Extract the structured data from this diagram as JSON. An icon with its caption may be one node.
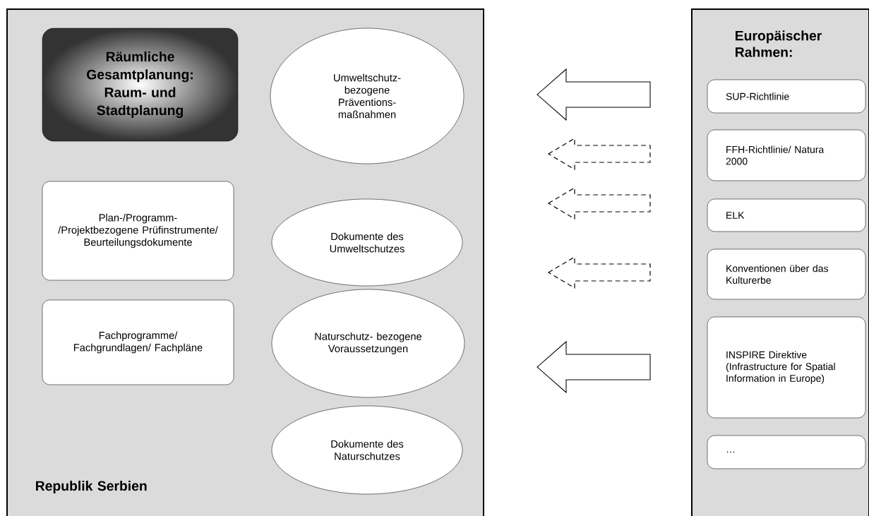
{
  "diagram": {
    "nodes": [
      {
        "text": [
          "Republik Serbien"
        ]
      },
      {
        "text": [
          "Räumliche Gesamtplanung: Raum- und Stadtplanung"
        ],
        "in": 0
      },
      {
        "text": [
          "Umweltschutz- bezogene Präventions- maßnahmen"
        ],
        "in": 0
      },
      {
        "text": [
          "Plan-/Programm- /Projektbezogene Prüfinstrumente/ Beurteilungsdokumente"
        ],
        "in": 0
      },
      {
        "text": [
          "Dokumente des Umweltschutzes"
        ],
        "in": 0
      },
      {
        "text": [
          "Fachprogramme/ Fachgrundlagen/ Fachpläne"
        ],
        "in": 0
      },
      {
        "text": [
          "Naturschutz- bezogene Voraussetzungen"
        ],
        "in": 0
      },
      {
        "text": [
          "Dokumente des Naturschutzes"
        ],
        "in": 0
      },
      {
        "text": [
          "Europäischer Rahmen:"
        ]
      },
      {
        "text": [
          "SUP-Richtlinie"
        ],
        "in": 8
      },
      {
        "text": [
          "FFH-Richtlinie/ Natura 2000"
        ],
        "in": 8
      },
      {
        "text": [
          "ELK"
        ],
        "in": 8
      },
      {
        "text": [
          "Konventionen über das Kulturerbe"
        ],
        "in": 8
      },
      {
        "text": [
          "INSPIRE Direktive (Infrastructure for Spatial Information in Europe)"
        ],
        "in": 8
      },
      {
        "text": [
          "…"
        ],
        "in": 8
      }
    ],
    "edges": [
      {
        "from": 8,
        "to": 0,
        "arrow": "to"
      },
      {
        "from": 8,
        "to": 0,
        "arrow": "to",
        "style": "dashed"
      },
      {
        "from": 8,
        "to": 0,
        "arrow": "to",
        "style": "dashed"
      },
      {
        "from": 8,
        "to": 0,
        "arrow": "to",
        "style": "dashed"
      },
      {
        "from": 8,
        "to": 0,
        "arrow": "to"
      }
    ]
  }
}
